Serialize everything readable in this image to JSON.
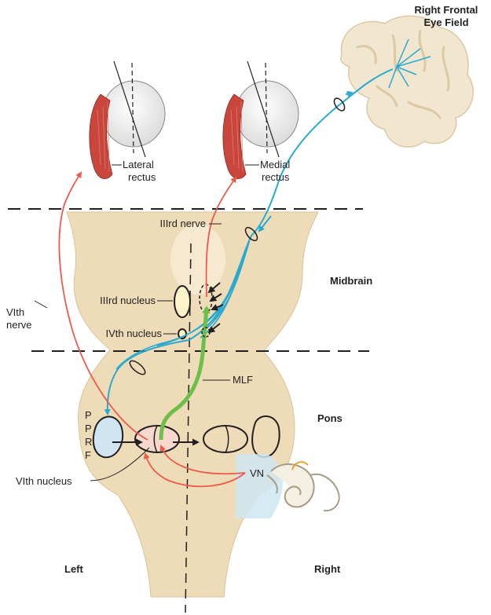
{
  "labels": {
    "right_frontal_eye_field": [
      "Right Frontal",
      "Eye Field"
    ],
    "lateral_rectus": [
      "Lateral",
      "rectus"
    ],
    "medial_rectus": [
      "Medial",
      "rectus"
    ],
    "iiird_nerve": "IIIrd nerve",
    "midbrain": "Midbrain",
    "vith_nerve": [
      "VIth",
      "nerve"
    ],
    "iiird_nucleus": "IIIrd nucleus",
    "ivth_nucleus": "IVth nucleus",
    "mlf": "MLF",
    "pons": "Pons",
    "pprf": [
      "P",
      "P",
      "R",
      "F"
    ],
    "vn": "VN",
    "vith_nucleus": "VIth nucleus",
    "left": "Left",
    "right": "Right"
  },
  "colors": {
    "brainstem": "#eedcb8",
    "cortex": "#f1e6cf",
    "pathway_cortical": "#29a9cf",
    "pathway_abducens": "#ee5a4a",
    "pathway_mlf": "#6cc04a",
    "muscle": "#c8463b",
    "vestibular": "#cfe6f2"
  },
  "icons": [
    "eyeball-icon",
    "ear-inner-icon",
    "arrow-icon"
  ]
}
